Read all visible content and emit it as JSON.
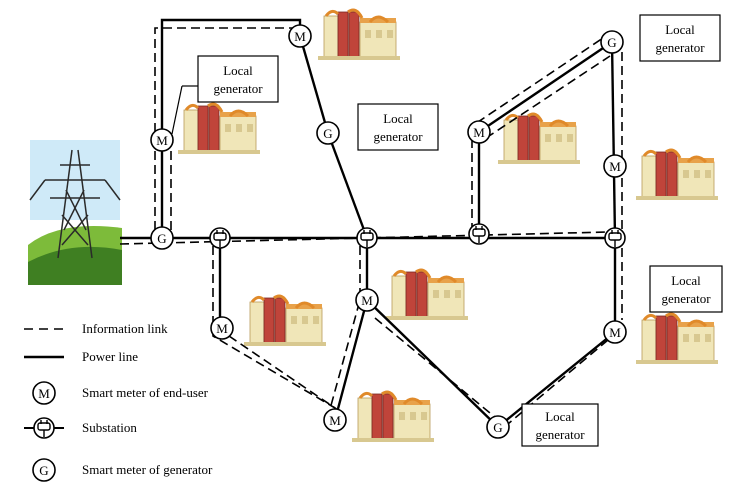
{
  "node_labels": {
    "meter": "M",
    "generator": "G"
  },
  "local_generator": {
    "line1": "Local",
    "line2": "generator"
  },
  "legend": {
    "information_link": "Information link",
    "power_line": "Power line",
    "smart_meter_end_user": "Smart meter of end-user",
    "substation": "Substation",
    "smart_meter_generator": "Smart meter of generator"
  },
  "colors": {
    "line": "#000000",
    "node_fill": "#ffffff",
    "box_border": "#000000",
    "sky": "#bfe3f5",
    "hill_dark": "#3f7f22",
    "hill_light": "#7dbb3a",
    "building_wall": "#f0e6b8",
    "building_roof": "#e8a24a",
    "tank_red": "#c0443a",
    "pipe_orange": "#e08a2a"
  },
  "icons": {
    "tower": "transmission-tower-icon",
    "factory": "factory-icon",
    "meter": "smart-meter-icon",
    "generator": "generator-meter-icon",
    "substation": "substation-icon"
  }
}
